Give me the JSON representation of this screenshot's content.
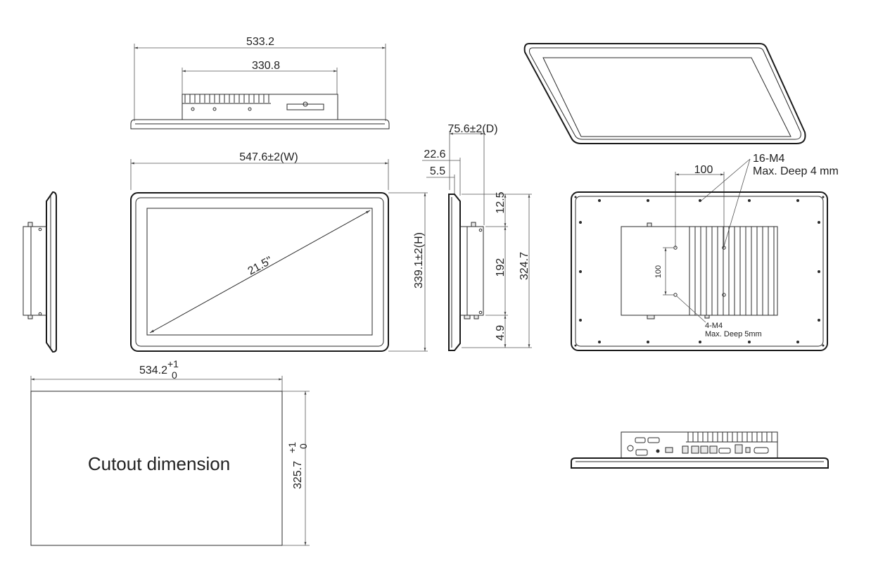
{
  "dimensions": {
    "top_overall": "533.2",
    "top_chassis": "330.8",
    "front_width": "547.6±2(W)",
    "diagonal": "21.5\"",
    "front_height": "339.1±2(H)",
    "depth": "75.6±2(D)",
    "bezel_depth": "22.6",
    "bezel_front": "5.5",
    "side_top": "12.5",
    "side_chassis": "192",
    "side_bottom": "4.9",
    "side_overall": "324.7",
    "rear_vesa_h": "100",
    "rear_vesa_v": "100",
    "screw_spec": "16-M4",
    "screw_depth": "Max. Deep 4 mm",
    "vesa_screw_spec": "4-M4",
    "vesa_screw_depth": "Max. Deep 5mm",
    "cutout_width": "534.2",
    "cutout_width_tol_plus": "+1",
    "cutout_width_tol_minus": "0",
    "cutout_height": "325.7",
    "cutout_height_tol_plus": "+1",
    "cutout_height_tol_minus": "0",
    "cutout_label": "Cutout dimension"
  }
}
